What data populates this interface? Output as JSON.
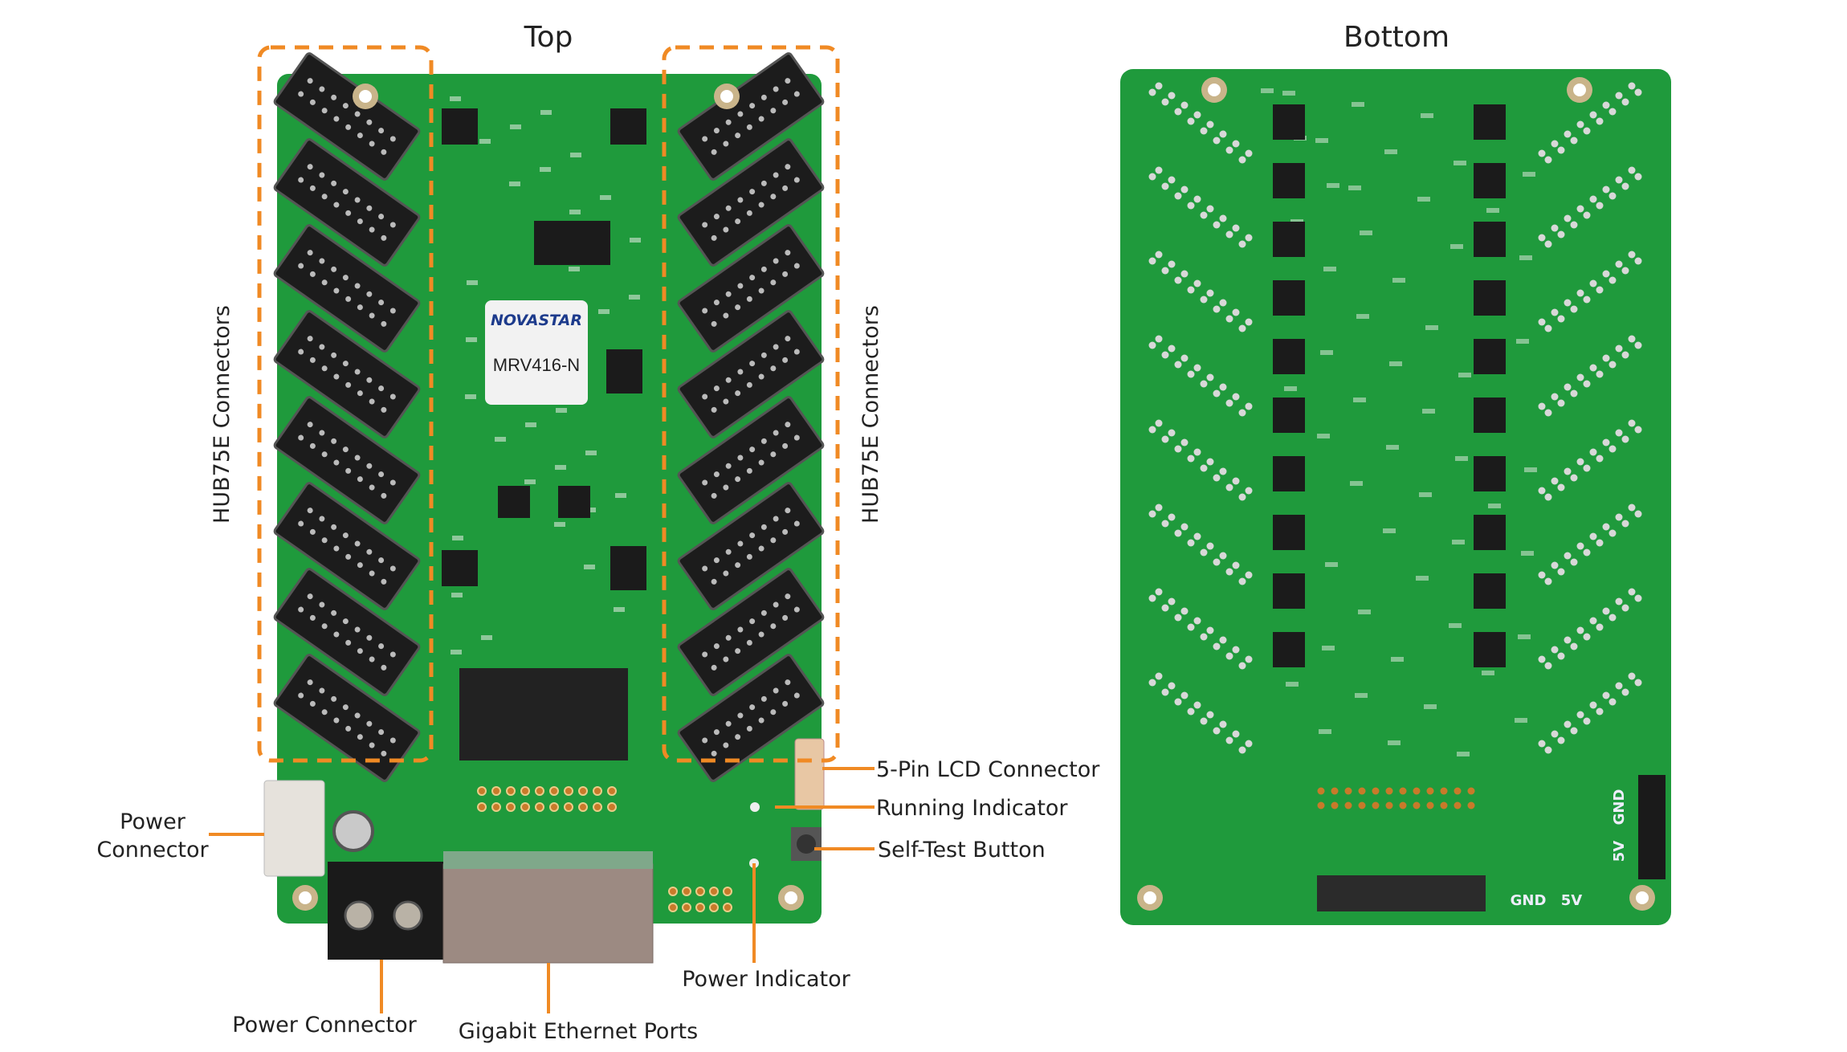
{
  "titles": {
    "top": "Top",
    "bottom": "Bottom"
  },
  "colors": {
    "accent": "#F08A24",
    "pcb": "#1f9a3c",
    "pcb_dark": "#17832f",
    "connector": "#1c1c1c",
    "label_text": "#222222"
  },
  "board_top": {
    "sticker_brand": "NOVASTAR",
    "sticker_model": "MRV416-N"
  },
  "board_bottom": {
    "silk_gnd": "GND",
    "silk_5v": "5V",
    "silk_side_gnd": "GND",
    "silk_side_5v": "5V"
  },
  "callouts": {
    "hub75e_left": "HUB75E Connectors",
    "hub75e_right": "HUB75E Connectors",
    "lcd_connector": "5-Pin LCD Connector",
    "running_indicator": "Running Indicator",
    "self_test_button": "Self-Test Button",
    "power_indicator": "Power Indicator",
    "power_connector_side_line1": "Power",
    "power_connector_side_line2": "Connector",
    "power_connector_bottom": "Power Connector",
    "ethernet_ports": "Gigabit Ethernet Ports"
  }
}
